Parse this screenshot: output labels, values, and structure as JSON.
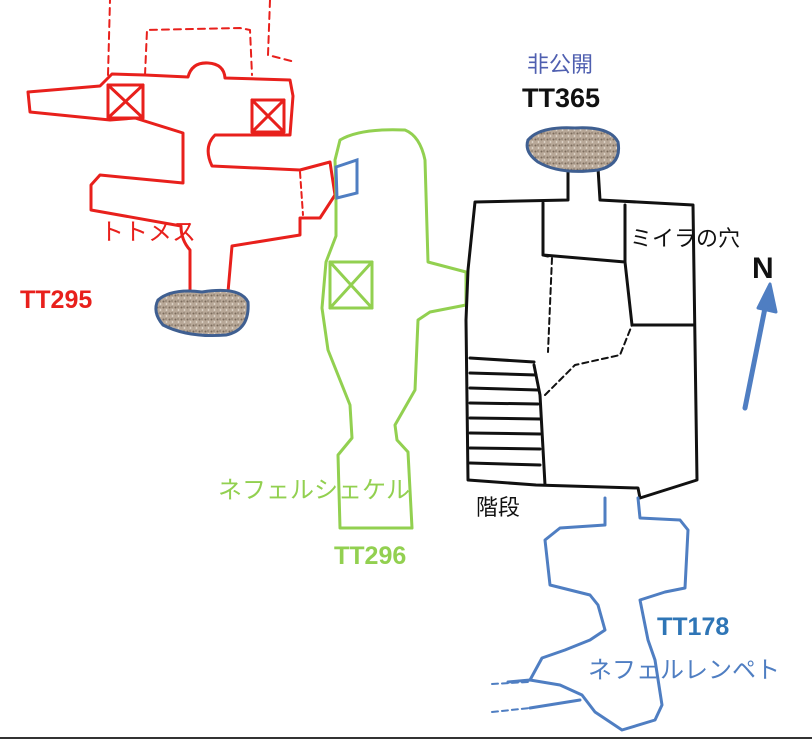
{
  "colors": {
    "tt295": "#e8201c",
    "tt296": "#92d050",
    "tt365": "#000000",
    "tt178": "#4f7ec2",
    "stone_fill": "#b5a595",
    "stone_edge": "#3f5f91",
    "arrow": "#4f7ec2"
  },
  "labels": {
    "tt295_name": "トトメス",
    "tt295_code": "TT295",
    "tt296_name": "ネフェルシェケル",
    "tt296_code": "TT296",
    "tt365_status": "非公開",
    "tt365_code": "TT365",
    "mummy_pit": "ミイラの穴",
    "stairs": "階段",
    "tt178_code": "TT178",
    "tt178_name": "ネフェルレンペト",
    "north": "N"
  }
}
